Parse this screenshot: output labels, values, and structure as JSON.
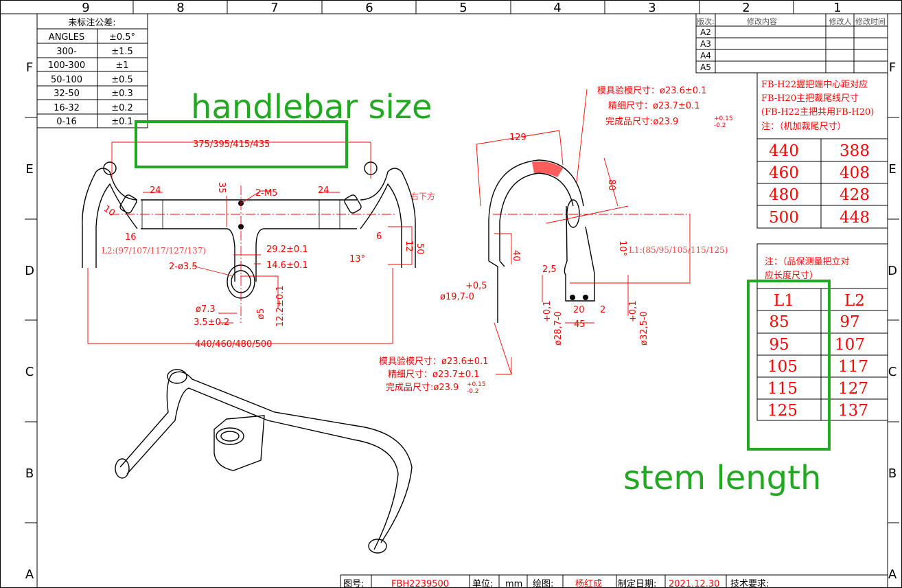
{
  "frame": {
    "columns": [
      "9",
      "8",
      "7",
      "6",
      "5",
      "4",
      "3",
      "2",
      "1"
    ],
    "rows": [
      "F",
      "E",
      "D",
      "C",
      "B",
      "A"
    ]
  },
  "tolerance_table": {
    "title": "未标注公差:",
    "rows": [
      {
        "range": "ANGLES",
        "tol": "±0.5°"
      },
      {
        "range": "300-",
        "tol": "±1.5"
      },
      {
        "range": "100-300",
        "tol": "±1"
      },
      {
        "range": "50-100",
        "tol": "±0.5"
      },
      {
        "range": "32-50",
        "tol": "±0.3"
      },
      {
        "range": "16-32",
        "tol": "±0.2"
      },
      {
        "range": "0-16",
        "tol": "±0.1"
      }
    ]
  },
  "revision_table": {
    "headers": [
      "版次:",
      "修改内容",
      "修改人",
      "修改时间"
    ],
    "rows": [
      "A2",
      "A3",
      "A4",
      "A5"
    ]
  },
  "drop_note": {
    "lines": [
      "FB-H22握把端中心距对应",
      "FB-H20主把裁尾线尺寸",
      "(FB-H22主把共用FB-H20)",
      "注：（机加裁尾尺寸）"
    ],
    "rows": [
      [
        "440",
        "388"
      ],
      [
        "460",
        "408"
      ],
      [
        "480",
        "428"
      ],
      [
        "500",
        "448"
      ]
    ]
  },
  "stem_note": {
    "lines": [
      "注：（品保测量把立对",
      "应长度尺寸）"
    ],
    "headers": [
      "L1",
      "L2"
    ],
    "rows": [
      [
        "85",
        "97"
      ],
      [
        "95",
        "107"
      ],
      [
        "105",
        "117"
      ],
      [
        "115",
        "127"
      ],
      [
        "125",
        "137"
      ]
    ]
  },
  "annotations": {
    "handlebar_size": "handlebar size",
    "stem_length": "stem length",
    "green": "#22a822"
  },
  "front_view": {
    "top_width": "375/395/415/435",
    "bottom_width": "440/460/480/500",
    "clamp_left": "24",
    "clamp_right": "24",
    "bolt_spacing": "35",
    "bolts": "2-M5",
    "right_lower": "右下方",
    "d10": "10",
    "d16": "16",
    "l2": "L2:(97/107/117/127/137)",
    "d292": "29.2±0.1",
    "d146": "14.6±0.1",
    "holes": "2-ø3.5",
    "d73": "ø7.3",
    "d35": "3.5±0.2",
    "d5": "ø5",
    "d122": "12.2±0.1",
    "d6": "6",
    "d12": "12",
    "d50": "50",
    "angle13": "13°"
  },
  "side_view": {
    "mold1": "模具验模尺寸：ø23.6±0.1",
    "fine1": "精细尺寸：ø23.7±0.1",
    "finish1": "完成品尺寸:ø23.9",
    "tol_up": "+0.15",
    "tol_dn": "-0.2",
    "d129": "129",
    "d80": "80",
    "a10": "10°",
    "l1": "L1:(85/95/105/115/125)",
    "d40": "40",
    "d197": "ø19,7-0",
    "d197tol": "+0,5",
    "d25": "2,5",
    "d20": "20",
    "d2": "2",
    "d45": "45",
    "d287": "ø28,7-0",
    "d287tol": "+0,1",
    "d325": "ø32,5-0",
    "d325tol": "+0,1",
    "mold2": "模具验模尺寸：ø23.6±0.1",
    "fine2": "精细尺寸：ø23.7±0.1",
    "finish2": "完成品尺寸:ø23.9"
  },
  "title_block": {
    "drawing_no_label": "图号:",
    "drawing_no": "FBH2239500",
    "unit_label": "单位:",
    "unit": "mm",
    "drawn_label": "绘图:",
    "drawn_by": "杨红成",
    "date_label": "制定日期:",
    "date": "2021.12.30",
    "requirements_label": "技术要求:"
  }
}
